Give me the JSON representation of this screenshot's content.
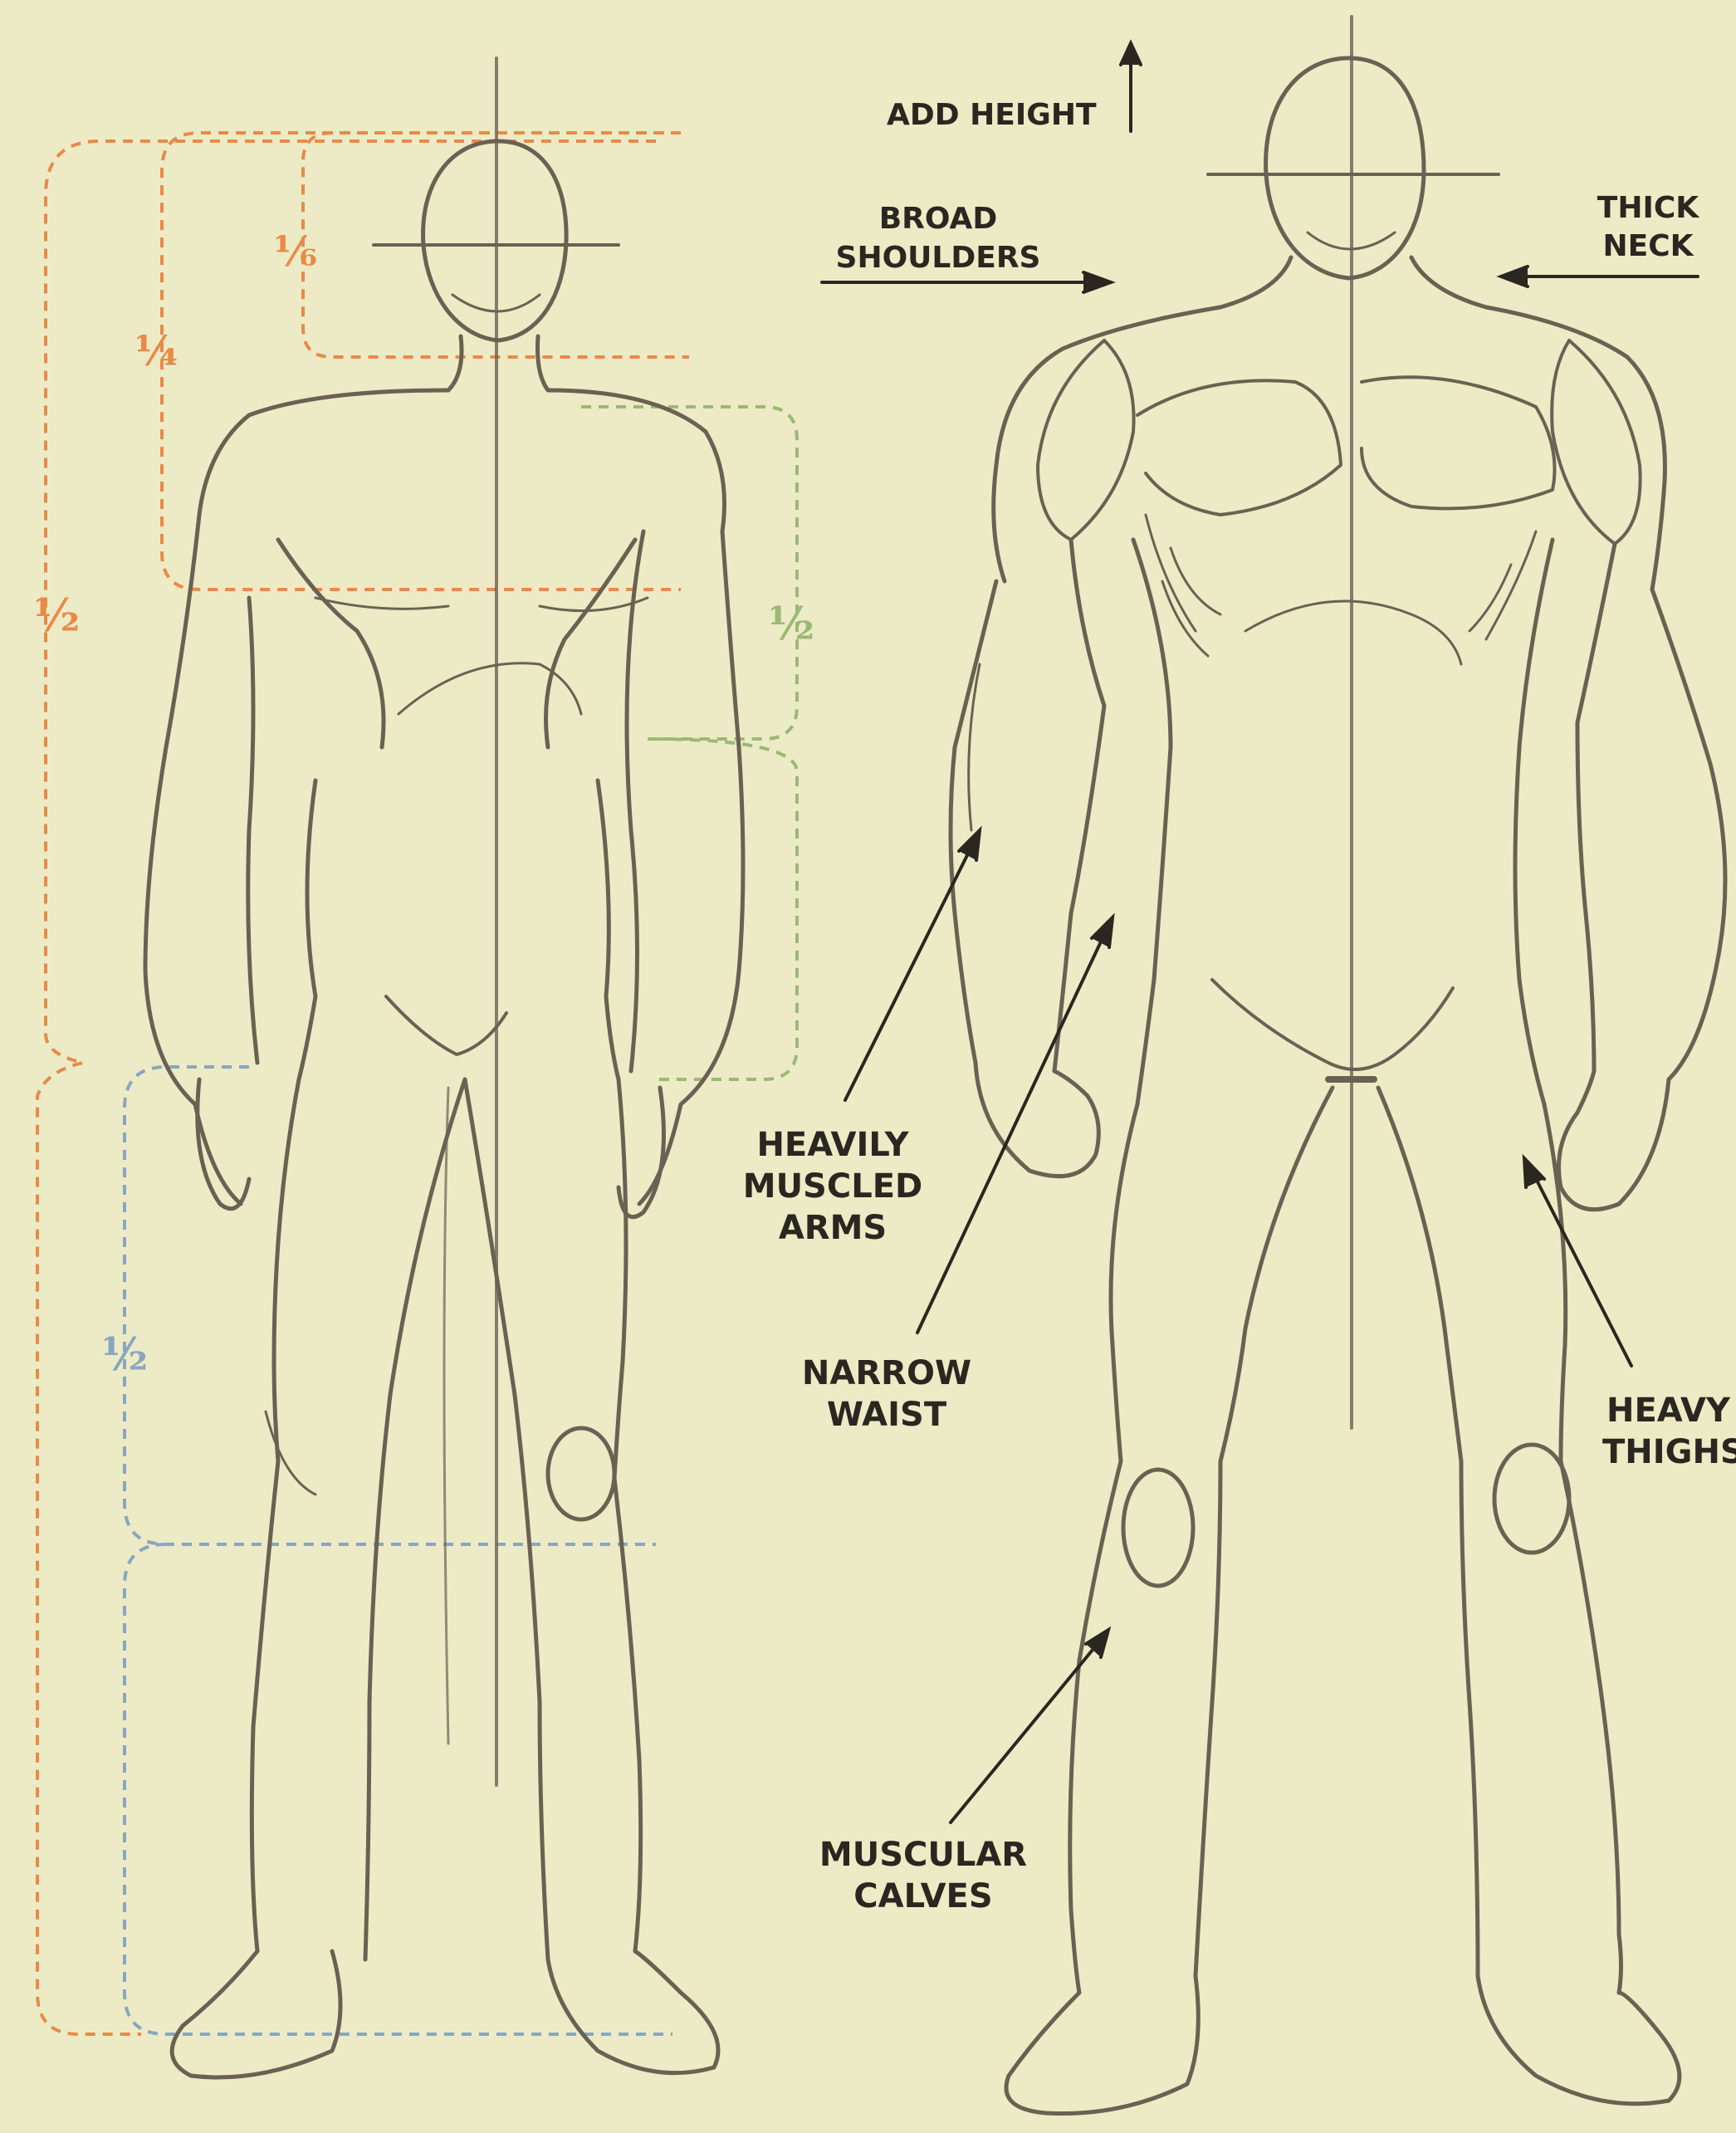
{
  "colors": {
    "paper": "#ecebc6",
    "pencil": "#6b6152",
    "ink": "#2a2620",
    "orange_guides": "#e98a47",
    "green_guides": "#9db873",
    "blue_guides": "#8aa6bf"
  },
  "proportion_marks": {
    "one_sixth": "⅙",
    "one_quarter": "¼",
    "half_orange": "½",
    "half_green": "½",
    "half_blue": "½"
  },
  "callouts": {
    "add_height": "ADD HEIGHT",
    "broad_shoulders": [
      "BROAD",
      "SHOULDERS"
    ],
    "thick_neck": [
      "THICK",
      "NECK"
    ],
    "heavily_muscled_arms": [
      "HEAVILY",
      "MUSCLED",
      "ARMS"
    ],
    "narrow_waist": [
      "NARROW",
      "WAIST"
    ],
    "heavy_thighs": [
      "HEAVY",
      "THIGHS"
    ],
    "muscular_calves": [
      "MUSCULAR",
      "CALVES"
    ]
  }
}
